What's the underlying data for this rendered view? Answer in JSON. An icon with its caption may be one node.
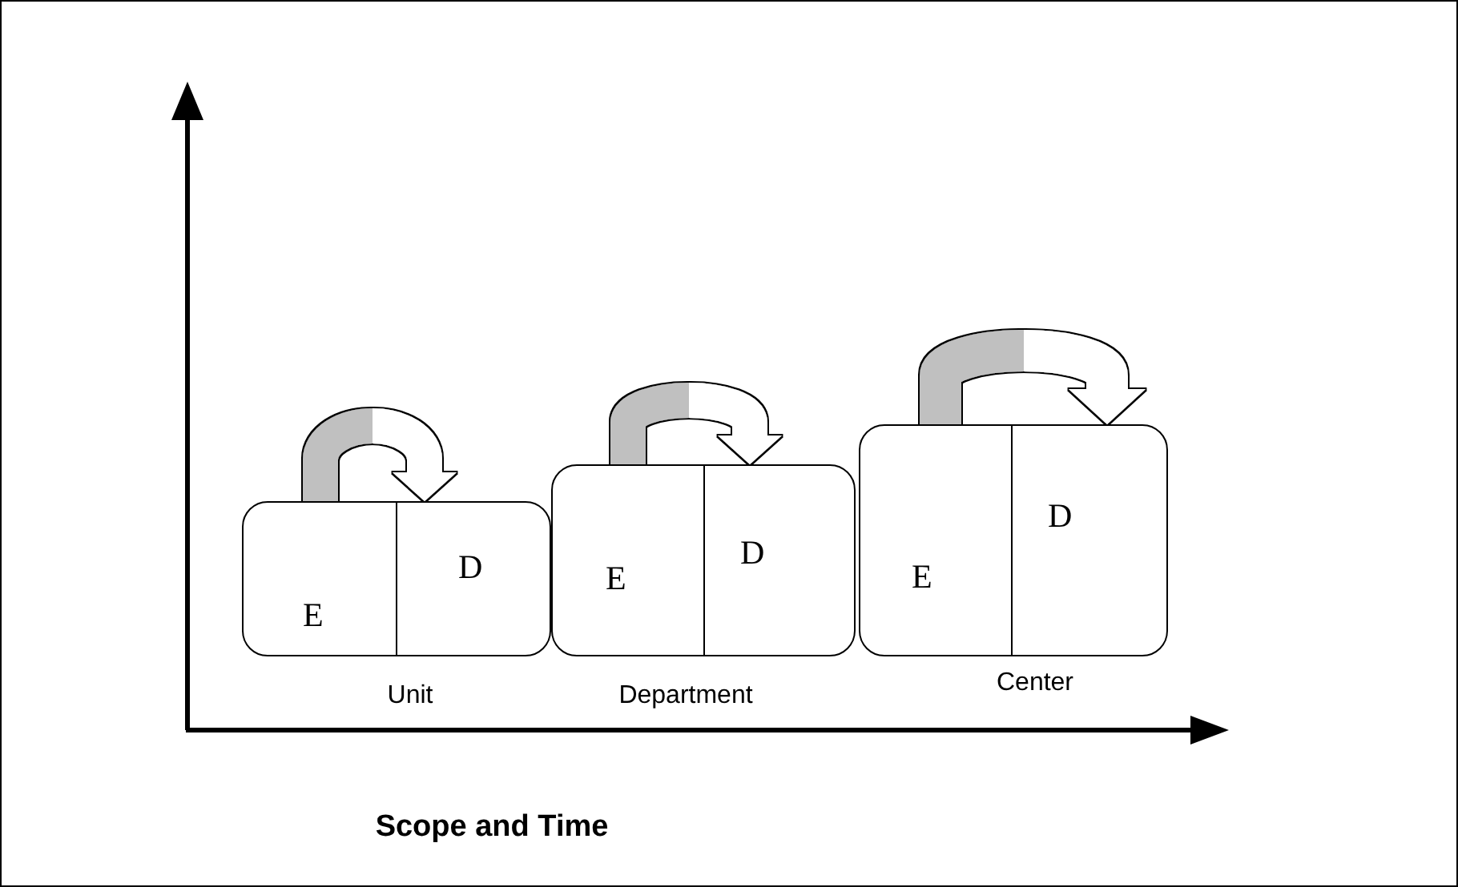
{
  "diagram": {
    "caption": "Scope and Time",
    "nodes": [
      {
        "text": [],
        "shape": "box",
        "beside": [
          "Unit"
        ]
      },
      {
        "text": [
          "E"
        ],
        "in": 0
      },
      {
        "text": [
          "D"
        ],
        "in": 0
      },
      {
        "text": [],
        "shape": "box",
        "beside": [
          "Department"
        ]
      },
      {
        "text": [
          "E"
        ],
        "in": 3
      },
      {
        "text": [
          "D"
        ],
        "in": 3
      },
      {
        "text": [],
        "shape": "box",
        "beside": [
          "Center"
        ]
      },
      {
        "text": [
          "E"
        ],
        "in": 6
      },
      {
        "text": [
          "D"
        ],
        "in": 6
      }
    ],
    "edges": [
      {
        "from": 1,
        "to": 2,
        "arrow": "to"
      },
      {
        "from": 4,
        "to": 5,
        "arrow": "to"
      },
      {
        "from": 7,
        "to": 8,
        "arrow": "to"
      }
    ]
  }
}
